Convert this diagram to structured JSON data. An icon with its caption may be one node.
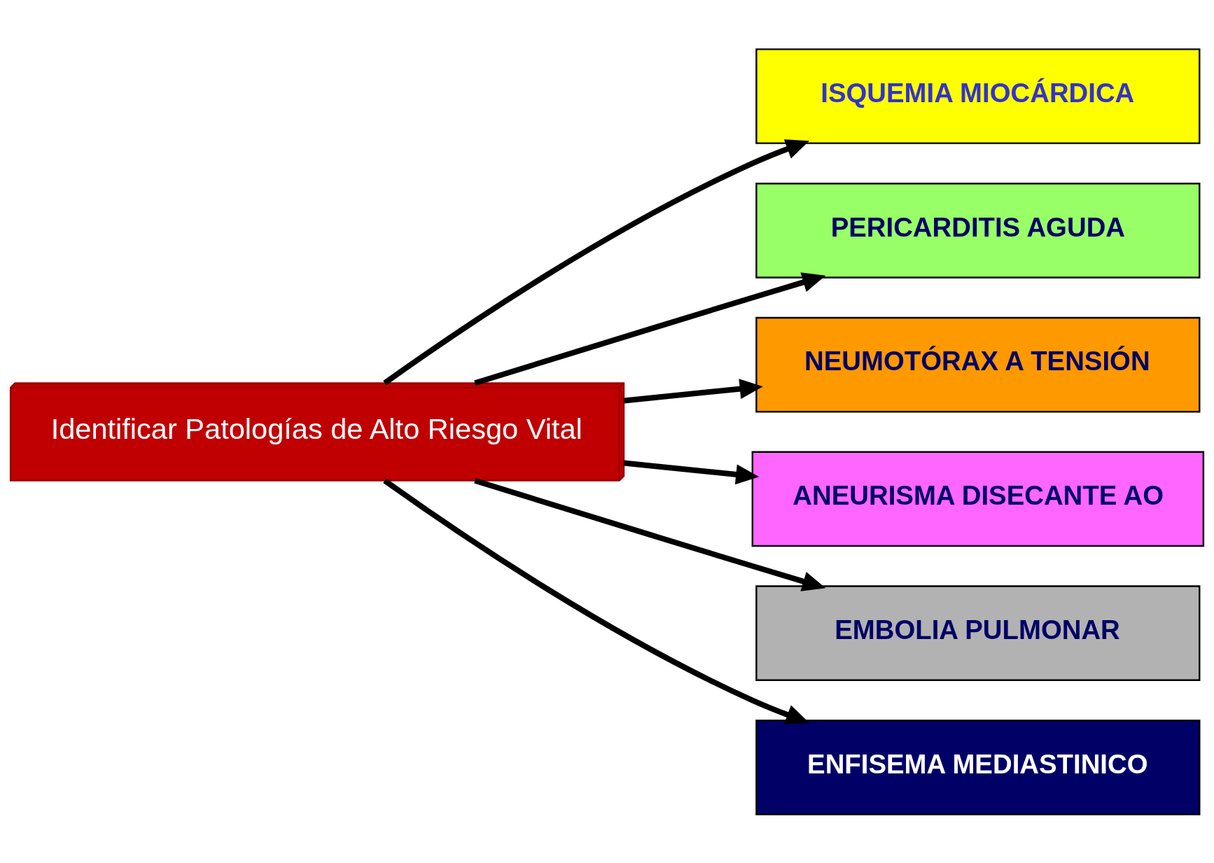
{
  "diagram": {
    "nodes": [
      {
        "text": [
          "ISQUEMIA MIOCÁRDICA"
        ]
      },
      {
        "text": [
          "PERICARDITIS AGUDA"
        ]
      },
      {
        "text": [
          "Identificar Patologías de Alto Riesgo Vital"
        ]
      },
      {
        "text": [
          "NEUMOTÓRAX A TENSIÓN"
        ]
      },
      {
        "text": [
          "ANEURISMA DISECANTE AO"
        ]
      },
      {
        "text": [
          "EMBOLIA PULMONAR"
        ]
      },
      {
        "text": [
          "ENFISEMA MEDIASTINICO"
        ]
      }
    ],
    "edges": [
      {
        "from": 2,
        "to": 0,
        "arrow": "to"
      },
      {
        "from": 2,
        "to": 1,
        "arrow": "to"
      },
      {
        "from": 2,
        "to": 3,
        "arrow": "to"
      },
      {
        "from": 2,
        "to": 4,
        "arrow": "to"
      },
      {
        "from": 2,
        "to": 6,
        "arrow": "to"
      },
      {
        "from": 2,
        "to": 5,
        "arrow": "to"
      }
    ]
  }
}
